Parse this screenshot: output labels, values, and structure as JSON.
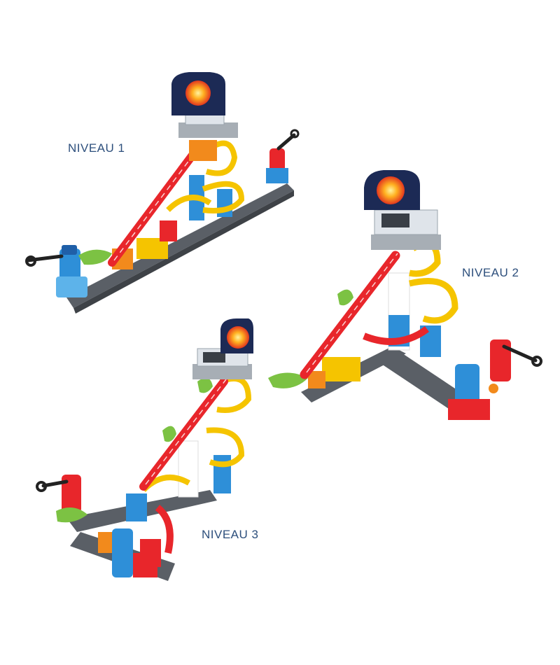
{
  "labels": {
    "level1": "NIVEAU 1",
    "level2": "NIVEAU 2",
    "level3": "NIVEAU 3"
  },
  "colors": {
    "track_red": "#e8262b",
    "track_yellow": "#f5c400",
    "track_orange": "#f28a1c",
    "block_blue": "#2e8fd8",
    "base_gray": "#5a5f66",
    "leaf_green": "#7cc243",
    "tower_dark": "#1c2a55",
    "label_blue": "#2d4f7c"
  }
}
